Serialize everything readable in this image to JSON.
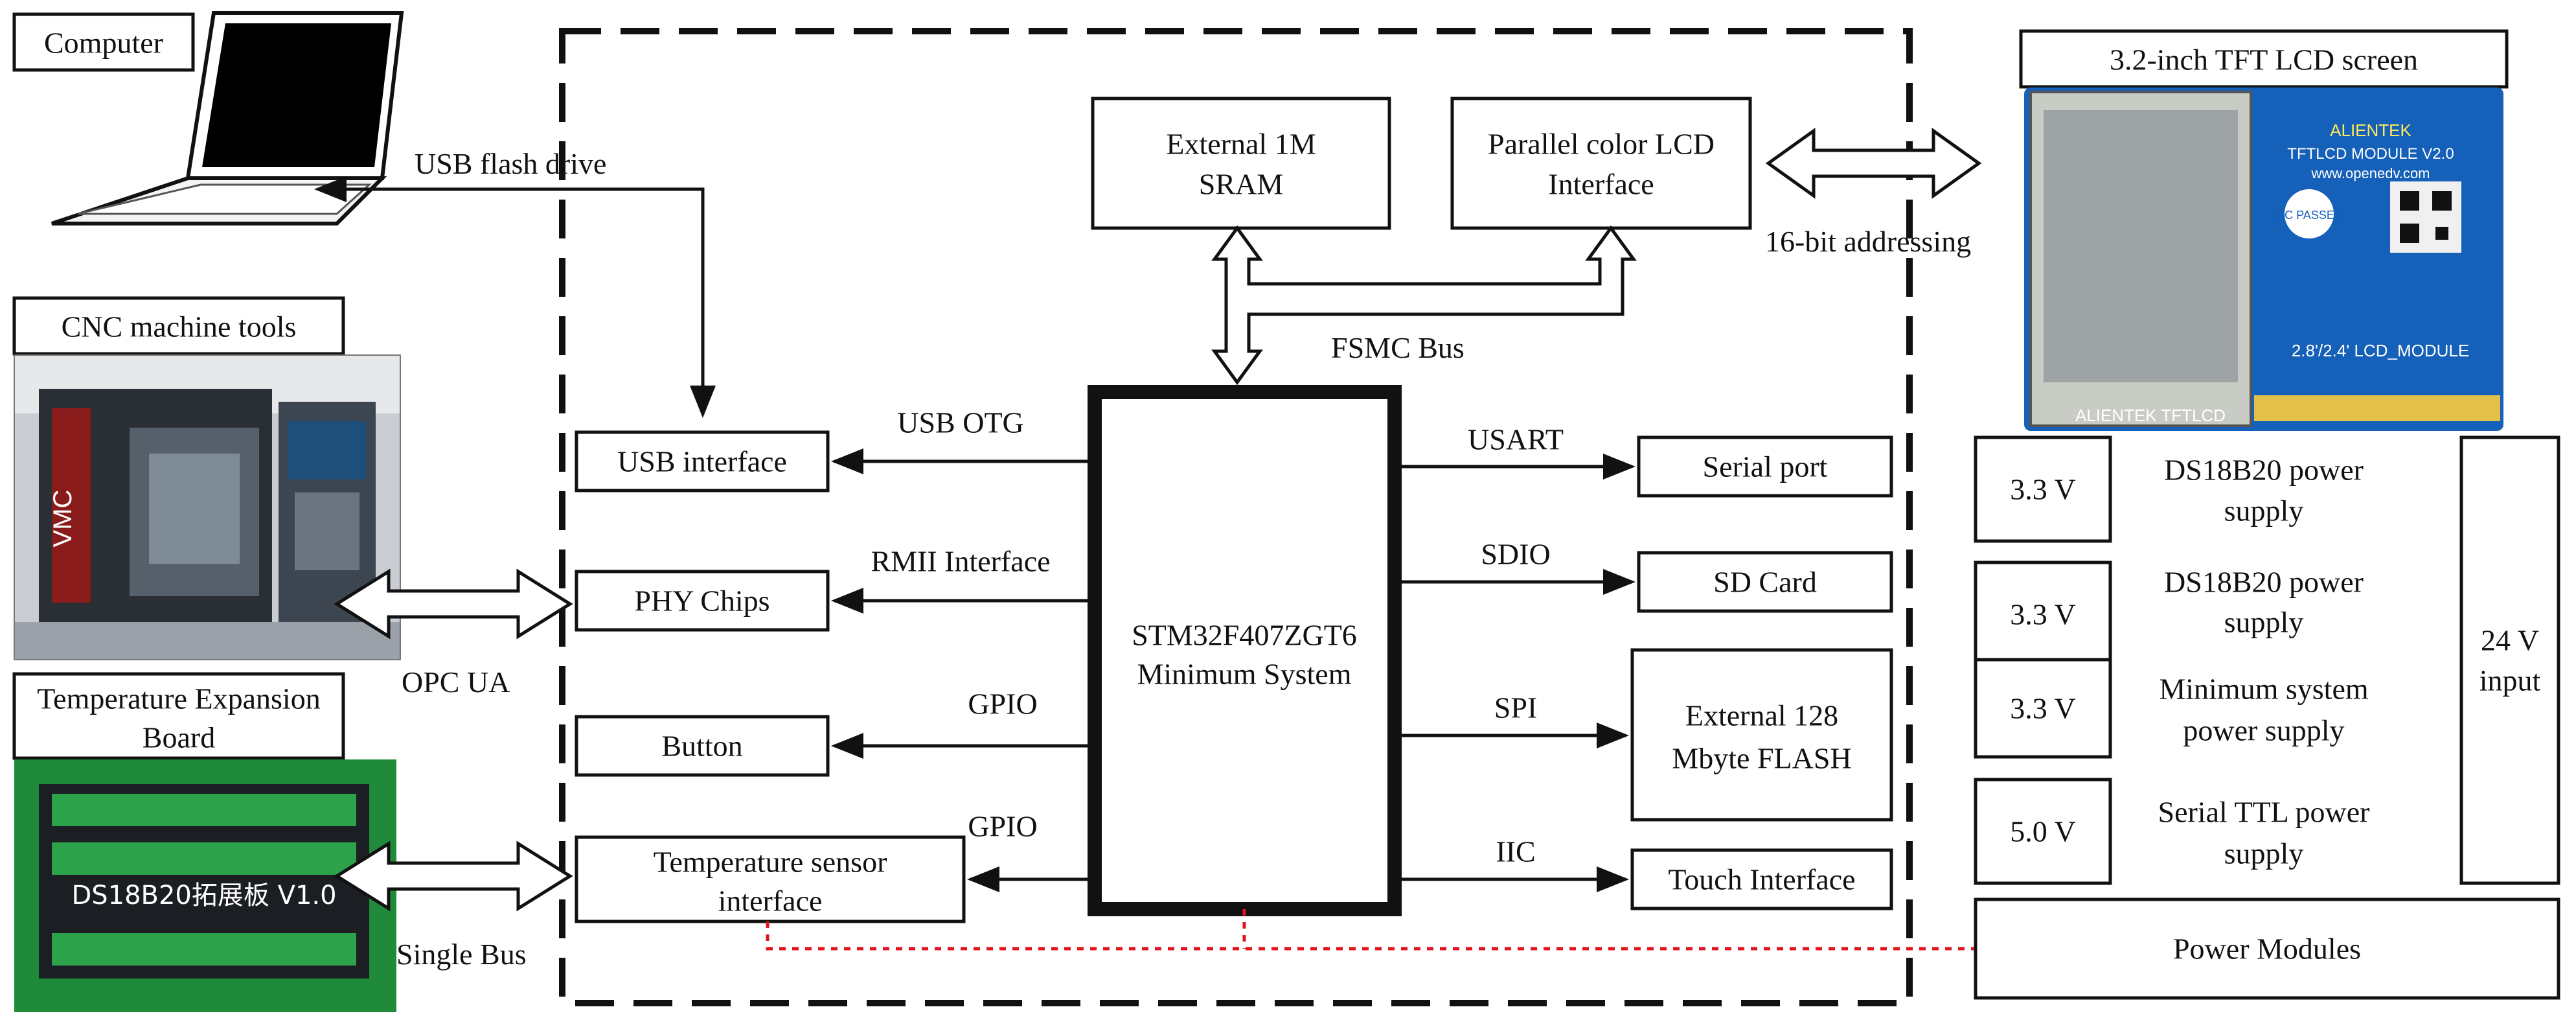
{
  "left": {
    "computer": "Computer",
    "cnc": "CNC machine tools",
    "temp_board": [
      "Temperature Expansion",
      "Board"
    ],
    "board_print": "DS18B20拓展板 V1.0",
    "vmc": "VMC"
  },
  "arrows": {
    "usb_flash": "USB flash drive",
    "opc_ua": "OPC UA",
    "single_bus": "Single Bus",
    "usb_otg": "USB OTG",
    "rmii": "RMII Interface",
    "gpio1": "GPIO",
    "gpio2": "GPIO",
    "usart": "USART",
    "sdio": "SDIO",
    "spi": "SPI",
    "iic": "IIC",
    "fsmc": "FSMC Bus",
    "addressing": "16-bit addressing"
  },
  "blocks": {
    "usb_interface": "USB interface",
    "phy": "PHY Chips",
    "button": "Button",
    "temp_sensor": [
      "Temperature sensor",
      "interface"
    ],
    "mcu": [
      "STM32F407ZGT6",
      "Minimum System"
    ],
    "sram": [
      "External 1M",
      "SRAM"
    ],
    "lcd_if": [
      "Parallel color LCD",
      "Interface"
    ],
    "serial": "Serial port",
    "sd": "SD Card",
    "flash": [
      "External 128",
      "Mbyte FLASH"
    ],
    "touch": "Touch Interface"
  },
  "lcd": {
    "title": "3.2-inch TFT LCD screen",
    "brand": "ALIENTEK",
    "module": "TFTLCD MODULE V2.0",
    "url": "www.openedv.com",
    "passed": "QC PASSED",
    "size": "2.8'/2.4' LCD_MODULE",
    "bottom": "ALIENTEK   TFTLCD"
  },
  "power": {
    "rows": [
      {
        "voltage": "3.3 V",
        "desc": [
          "DS18B20 power",
          "supply"
        ]
      },
      {
        "voltage": "3.3 V",
        "desc": [
          "DS18B20 power",
          "supply"
        ]
      },
      {
        "voltage": "3.3 V",
        "desc": [
          "Minimum system",
          "power supply"
        ]
      },
      {
        "voltage": "5.0 V",
        "desc": [
          "Serial TTL power",
          "supply"
        ]
      }
    ],
    "input": [
      "24 V",
      "input"
    ],
    "modules": "Power Modules"
  },
  "colors": {
    "red_dotted": "#e0141e",
    "pcb_blue": "#1560b8",
    "board_green": "#1f8a3a"
  }
}
